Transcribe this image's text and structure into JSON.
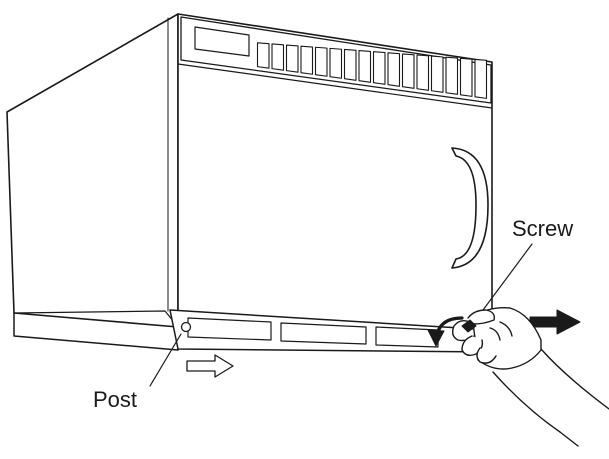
{
  "labels": {
    "screw": "Screw",
    "post": "Post"
  },
  "colors": {
    "line": "#1a1a1a",
    "fill": "#ffffff",
    "background": "#ffffff"
  },
  "control_panel": {
    "button_count": 16
  },
  "icons": {
    "removal_arrow": "solid-right-arrow-icon",
    "slide_arrow": "outline-right-arrow-icon",
    "rotation_arrow": "curved-counterclockwise-arrow-icon"
  }
}
